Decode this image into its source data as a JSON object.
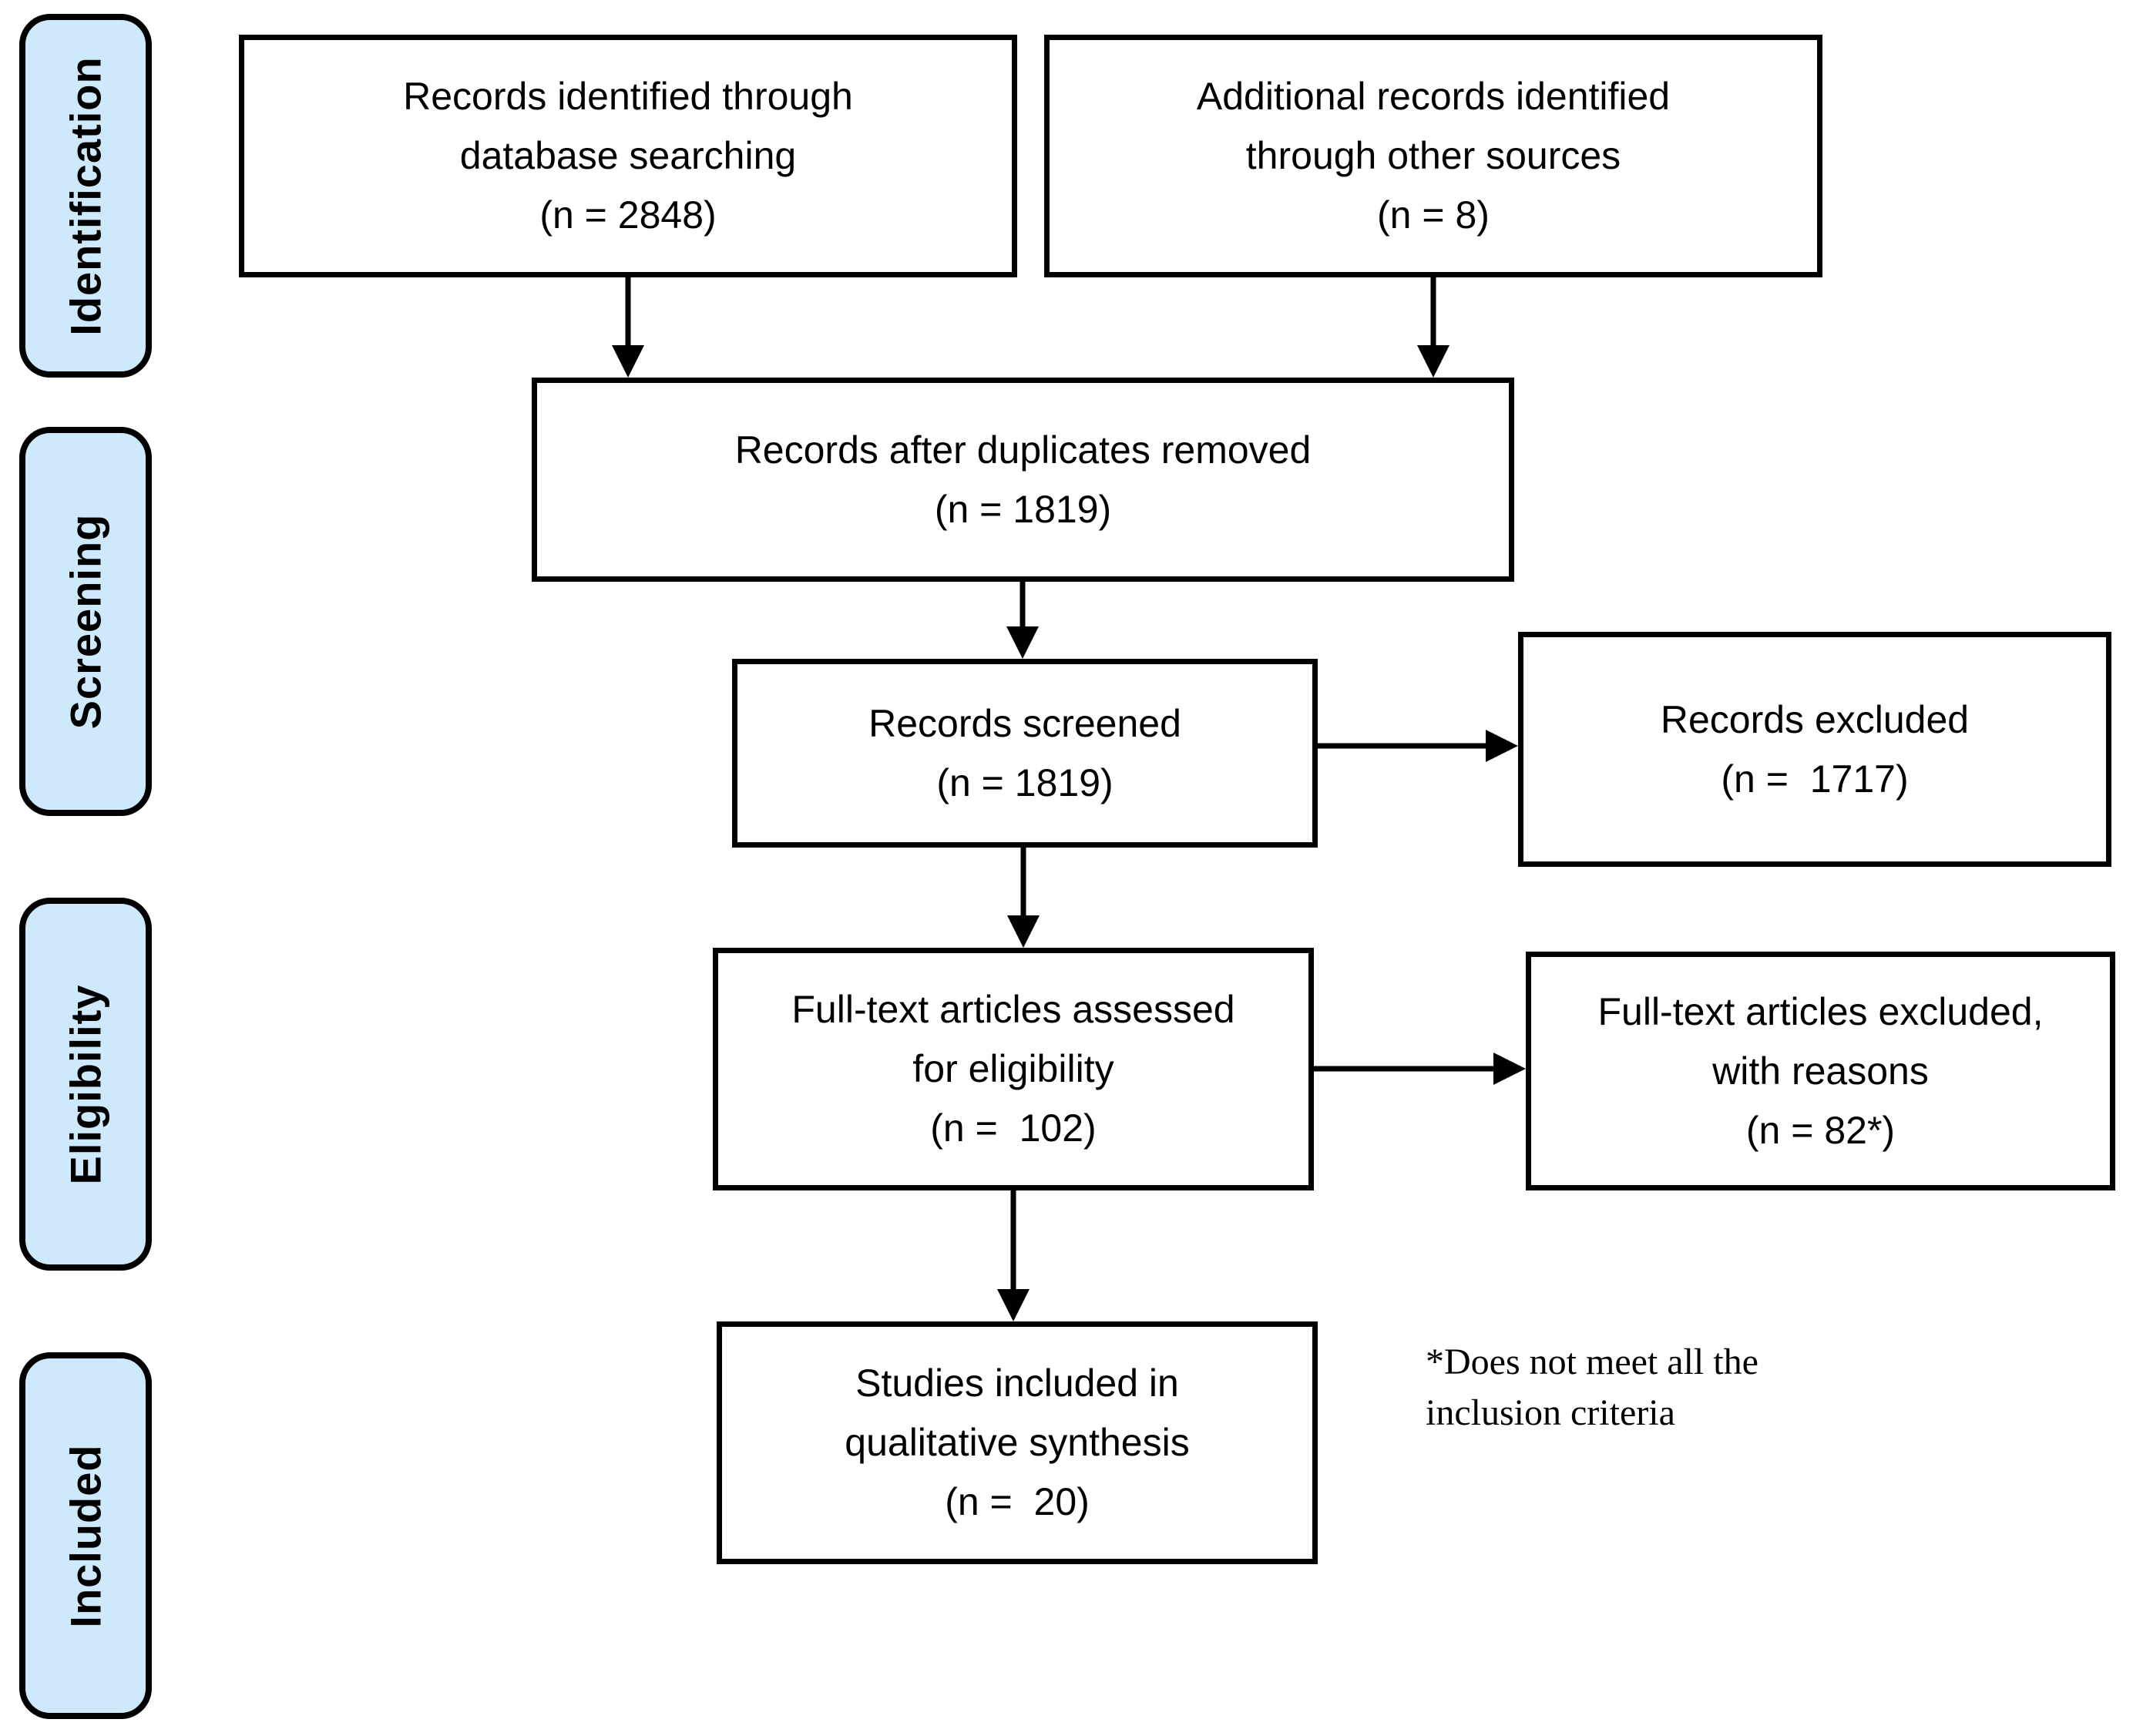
{
  "stages": {
    "identification": "Identification",
    "screening": "Screening",
    "eligibility": "Eligibility",
    "included": "Included"
  },
  "boxes": {
    "records_identified": "Records identified through\ndatabase searching\n(n = 2848)",
    "additional_records": "Additional records identified\nthrough other sources\n(n = 8)",
    "after_duplicates": "Records after duplicates removed\n(n = 1819)",
    "records_screened": "Records screened\n(n = 1819)",
    "records_excluded": "Records excluded\n(n =  1717)",
    "fulltext_assessed": "Full-text articles assessed\nfor eligibility\n(n =  102)",
    "fulltext_excluded": "Full-text articles excluded,\nwith reasons\n(n = 82*)",
    "studies_included": "Studies included in\nqualitative synthesis\n(n =  20)"
  },
  "footnote": "*Does not meet all the\ninclusion criteria",
  "colors": {
    "stage_fill": "#cfe9fc",
    "line": "#000000",
    "background": "#ffffff"
  }
}
